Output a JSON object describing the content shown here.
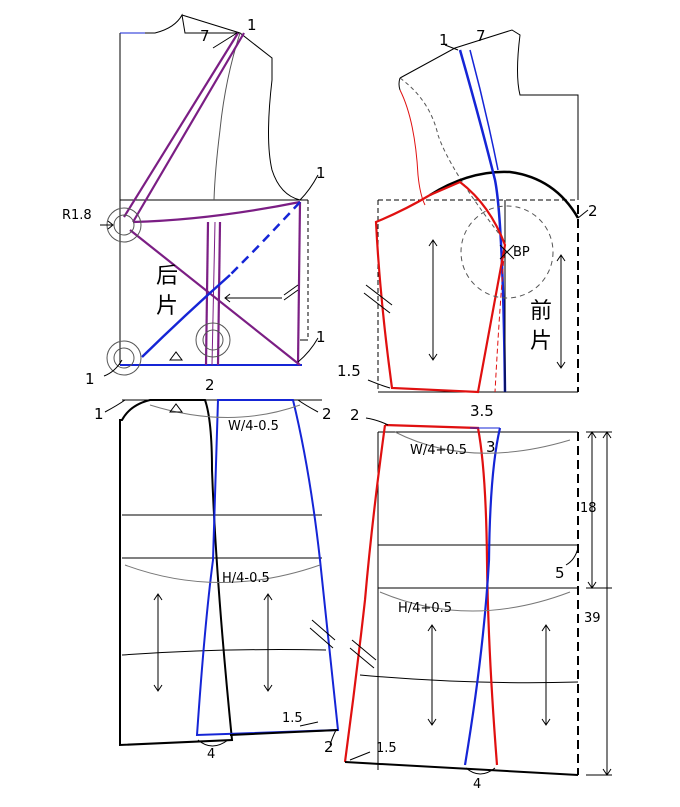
{
  "back_panel": {
    "title_line1": "后",
    "title_line2": "片"
  },
  "front_panel": {
    "title_line1": "前",
    "title_line2": "片"
  },
  "marks": {
    "back_neck_1": "1",
    "back_neck_7": "7",
    "back_shoulder_1": "1",
    "back_side_1": "1",
    "back_r18": "R1.8",
    "back_left_1": "1",
    "back_waist_2": "2",
    "skirt_back_left_1": "1",
    "skirt_back_right_2": "2",
    "skirt_back_w": "W/4-0.5",
    "skirt_back_h": "H/4-0.5",
    "skirt_back_hem_15": "1.5",
    "skirt_back_hem_4": "4",
    "skirt_back_hem_2": "2",
    "front_neck_1": "1",
    "front_neck_7": "7",
    "front_bp": "BP",
    "front_side_2": "2",
    "front_left_15": "1.5",
    "front_waist_35": "3.5",
    "skirt_front_left_2": "2",
    "skirt_front_w": "W/4+0.5",
    "skirt_front_3": "3",
    "skirt_front_18": "18",
    "skirt_front_5": "5",
    "skirt_front_39": "39",
    "skirt_front_h": "H/4+0.5",
    "skirt_front_hem_15": "1.5",
    "skirt_front_hem_4": "4"
  },
  "colors": {
    "outline": "#000000",
    "purple": "#7b1e84",
    "blue": "#1525d6",
    "red": "#e01010",
    "grey": "#8a8a8a"
  }
}
